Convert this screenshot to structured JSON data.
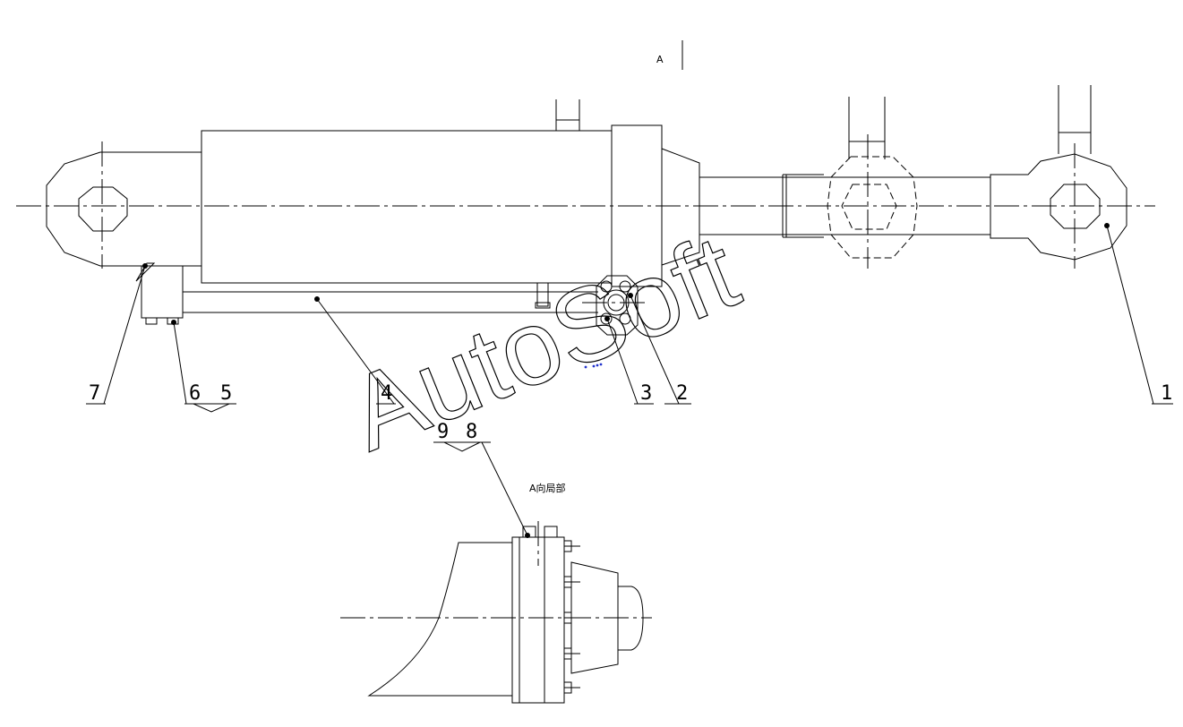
{
  "view": {
    "section_marker": "A",
    "detail_title": "A向局部"
  },
  "callouts": [
    {
      "id": "1",
      "label": "1"
    },
    {
      "id": "2",
      "label": "2"
    },
    {
      "id": "3",
      "label": "3"
    },
    {
      "id": "4",
      "label": "4"
    },
    {
      "id": "5",
      "label": "5"
    },
    {
      "id": "6",
      "label": "6"
    },
    {
      "id": "7",
      "label": "7"
    },
    {
      "id": "8",
      "label": "8"
    },
    {
      "id": "9",
      "label": "9"
    }
  ],
  "watermark": "AutoSoft"
}
